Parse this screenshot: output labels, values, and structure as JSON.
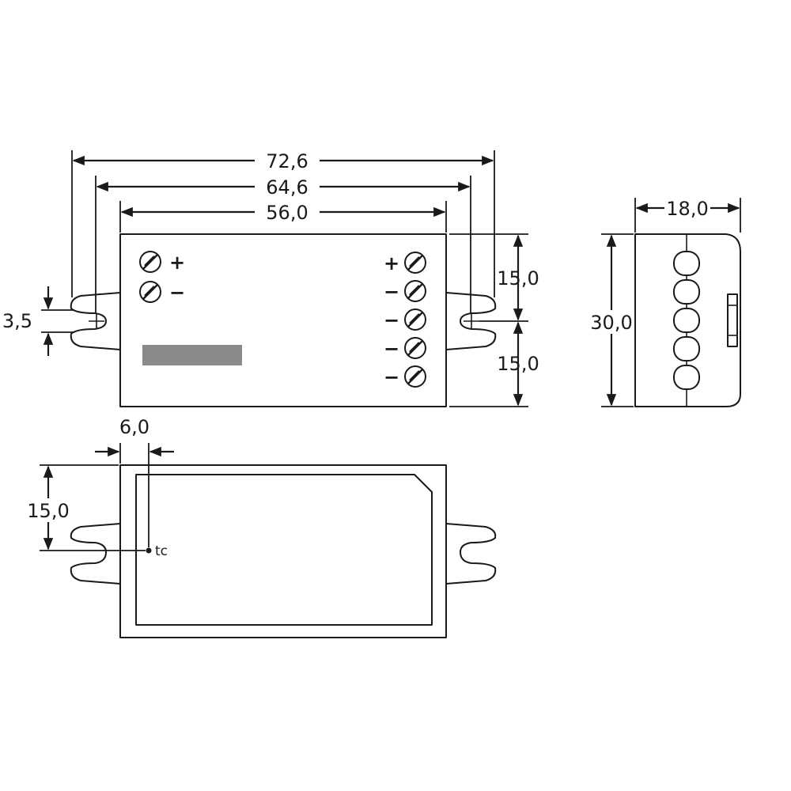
{
  "dimensions": {
    "overall_length": "72,6",
    "mounting_distance": "64,6",
    "body_length": "56,0",
    "hole_diameter": "3,5",
    "top_half_height": "15,0",
    "bottom_half_height": "15,0",
    "side_depth": "18,0",
    "side_height": "30,0",
    "tc_offset_x": "6,0",
    "tc_offset_y": "15,0"
  },
  "front_view": {
    "left_terminal_signs": [
      "+",
      "−"
    ],
    "right_terminal_signs": [
      "+",
      "−",
      "−",
      "−",
      "−"
    ]
  },
  "bottom_view": {
    "tc_label": "tc"
  },
  "colors": {
    "line": "#1a1a1a",
    "label_bar": "#8a8a8a",
    "background": "#ffffff"
  }
}
